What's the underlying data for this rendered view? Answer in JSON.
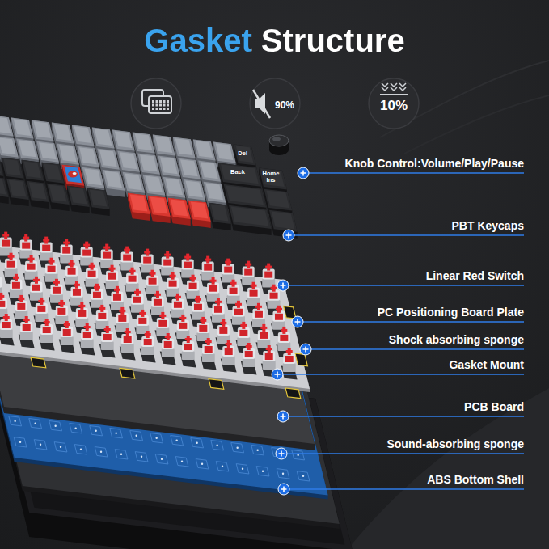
{
  "diagram": {
    "title": "Gasket Structure",
    "nodes": [
      {
        "text": [
          "90%"
        ]
      },
      {
        "text": [
          "10%"
        ]
      },
      {
        "text": [
          "Del"
        ]
      },
      {
        "text": [
          "Back"
        ]
      },
      {
        "text": [
          "Home Ins"
        ]
      }
    ],
    "labels": [
      "Knob Control:Volume/Play/Pause",
      "PBT Keycaps",
      "Linear Red Switch",
      "PC Positioning Board Plate",
      "Shock absorbing sponge",
      "Gasket Mount",
      "PCB Board",
      "Sound-absorbing sponge",
      "ABS Bottom Shell"
    ]
  }
}
